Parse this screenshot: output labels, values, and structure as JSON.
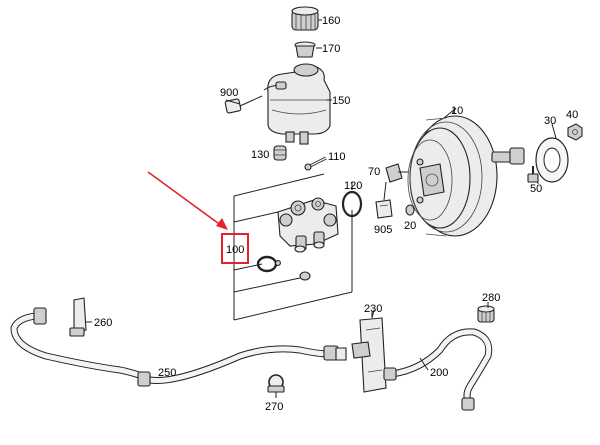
{
  "accent_color": "#e0232f",
  "labels": {
    "p10": "10",
    "p20": "20",
    "p30": "30",
    "p40": "40",
    "p50": "50",
    "p70": "70",
    "p100": "100",
    "p110": "110",
    "p120": "120",
    "p130": "130",
    "p150": "150",
    "p160": "160",
    "p170": "170",
    "p200": "200",
    "p230": "230",
    "p250": "250",
    "p260": "260",
    "p270": "270",
    "p280": "280",
    "p900": "900",
    "p905": "905"
  }
}
